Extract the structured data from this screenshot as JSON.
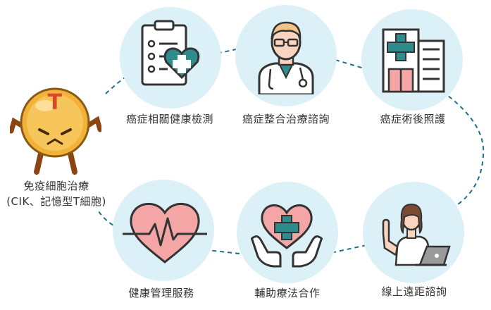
{
  "center": {
    "title": "免疫細胞治療",
    "subtitle": "(CIK、記憶型T細胞)",
    "mascot_letter": "T"
  },
  "services": [
    {
      "label": "癌症相關健康檢測",
      "icon": "clipboard-heart-icon"
    },
    {
      "label": "癌症整合治療諮詢",
      "icon": "doctor-icon"
    },
    {
      "label": "癌症術後照護",
      "icon": "hospital-icon"
    },
    {
      "label": "線上遠距諮詢",
      "icon": "online-doctor-icon"
    },
    {
      "label": "輔助療法合作",
      "icon": "hands-heart-icon"
    },
    {
      "label": "健康管理服務",
      "icon": "heartbeat-icon"
    }
  ],
  "colors": {
    "circle": "#dcf0f8",
    "connector": "#1e6f8c",
    "heart": "#f4a6a6",
    "teal": "#2e8c8c",
    "mascot": "#f2b23a"
  }
}
